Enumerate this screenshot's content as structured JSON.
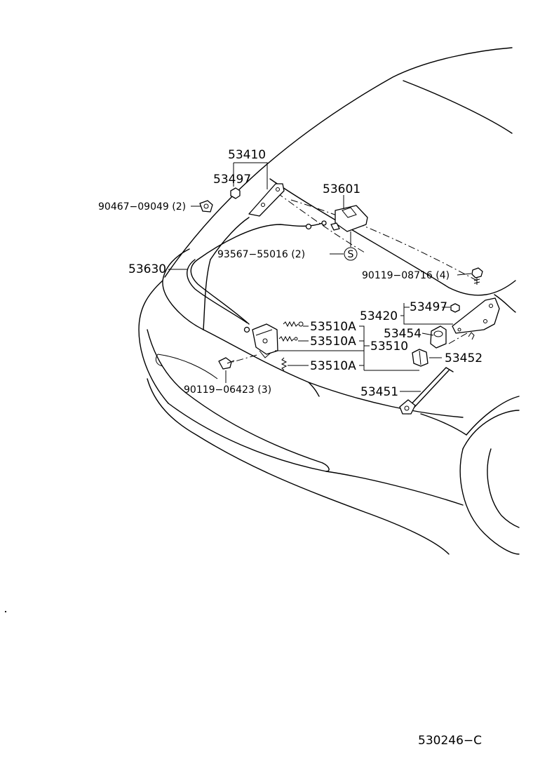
{
  "labels": {
    "p53410": "53410",
    "p53497_top": "53497",
    "p90467": "90467−09049 (2)",
    "p53601": "53601",
    "p93567": "93567−55016 (2)",
    "symbol_s": "S",
    "p53630": "53630",
    "p90119_08716": "90119−08716 (4)",
    "p53420": "53420",
    "p53497_right": "53497",
    "p53510A_1": "53510A",
    "p53510A_2": "53510A",
    "p53510": "53510",
    "p53454": "53454",
    "p53452": "53452",
    "p53510A_3": "53510A",
    "p90119_06423": "90119−06423 (3)",
    "p53451": "53451",
    "figure_code": "530246−C"
  }
}
